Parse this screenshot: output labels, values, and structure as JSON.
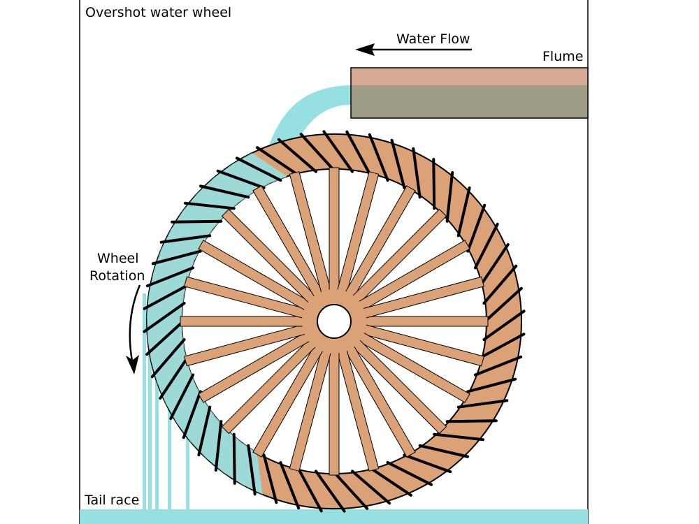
{
  "title": "Overshot water wheel",
  "labels": {
    "water_flow": "Water Flow",
    "flume": "Flume",
    "wheel_rotation_line1": "Wheel",
    "wheel_rotation_line2": "Rotation",
    "tail_race": "Tail race"
  },
  "colors": {
    "wood": "#dca277",
    "water": "#96e0e1",
    "flume_top": "#d6ac96",
    "flume_bottom": "#9e9c84",
    "outline": "#000000"
  },
  "wheel": {
    "spoke_count": 24,
    "bucket_count": 52,
    "filled_bucket_count": 19
  }
}
